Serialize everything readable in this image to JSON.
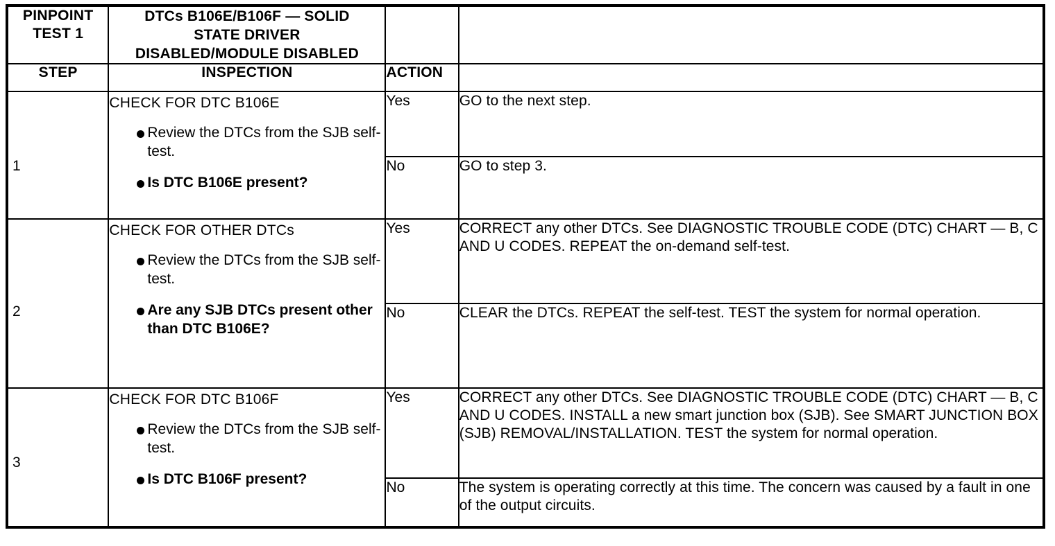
{
  "header": {
    "test_label": "PINPOINT\nTEST 1",
    "test_label_line1": "PINPOINT",
    "test_label_line2": "TEST 1",
    "title_line1": "DTCs B106E/B106F — SOLID",
    "title_line2": "STATE DRIVER",
    "title_line3": "DISABLED/MODULE DISABLED",
    "columns": {
      "step": "STEP",
      "inspection": "INSPECTION",
      "action": "ACTION",
      "detail": ""
    }
  },
  "steps": [
    {
      "number": "1",
      "inspection_heading": "CHECK FOR DTC B106E",
      "bullets": [
        {
          "text": "Review the DTCs from the SJB self-test.",
          "bold": false
        },
        {
          "text": "Is DTC B106E present?",
          "bold": true
        }
      ],
      "outcomes": [
        {
          "action": "Yes",
          "detail": "GO to the next step."
        },
        {
          "action": "No",
          "detail": "GO to step 3."
        }
      ]
    },
    {
      "number": "2",
      "inspection_heading": "CHECK FOR OTHER DTCs",
      "bullets": [
        {
          "text": "Review the DTCs from the SJB self-test.",
          "bold": false
        },
        {
          "text": "Are any SJB DTCs present other than DTC B106E?",
          "bold": true
        }
      ],
      "outcomes": [
        {
          "action": "Yes",
          "detail": "CORRECT any other DTCs. See DIAGNOSTIC TROUBLE CODE (DTC) CHART — B, C AND U CODES. REPEAT the on-demand self-test."
        },
        {
          "action": "No",
          "detail": "CLEAR the DTCs. REPEAT the self-test. TEST the system for normal operation."
        }
      ]
    },
    {
      "number": "3",
      "inspection_heading": "CHECK FOR DTC B106F",
      "bullets": [
        {
          "text": "Review the DTCs from the SJB self-test.",
          "bold": false
        },
        {
          "text": "Is DTC B106F present?",
          "bold": true
        }
      ],
      "outcomes": [
        {
          "action": "Yes",
          "detail": "CORRECT any other DTCs. See DIAGNOSTIC TROUBLE CODE (DTC) CHART — B, C AND U CODES. INSTALL a new smart junction box (SJB). See SMART JUNCTION BOX (SJB) REMOVAL/INSTALLATION. TEST the system for normal operation."
        },
        {
          "action": "No",
          "detail": "The system is operating correctly at this time. The concern was caused by a fault in one of the output circuits."
        }
      ]
    }
  ],
  "colors": {
    "border": "#000000",
    "text": "#000000",
    "background": "#ffffff"
  }
}
